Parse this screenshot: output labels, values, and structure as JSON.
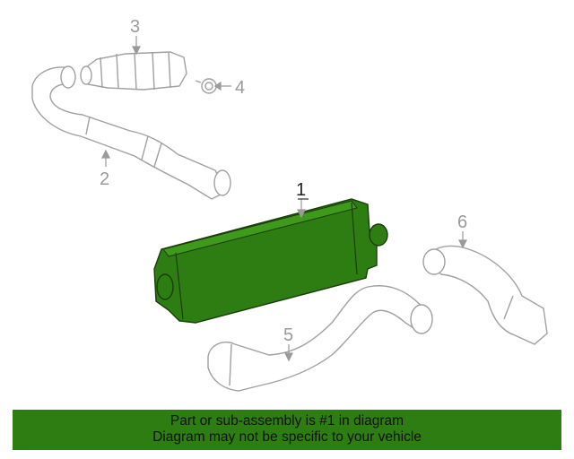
{
  "callouts": {
    "part_1": "1",
    "part_2": "2",
    "part_3": "3",
    "part_4": "4",
    "part_5": "5",
    "part_6": "6"
  },
  "highlighted_part": "1",
  "colors": {
    "highlight_fill": "#2e7d12",
    "outline": "#9a9a9a",
    "banner_bg": "#2e7d12"
  },
  "banner": {
    "line1": "Part or sub-assembly is #1 in diagram",
    "line2": "Diagram may not be specific to your vehicle"
  }
}
